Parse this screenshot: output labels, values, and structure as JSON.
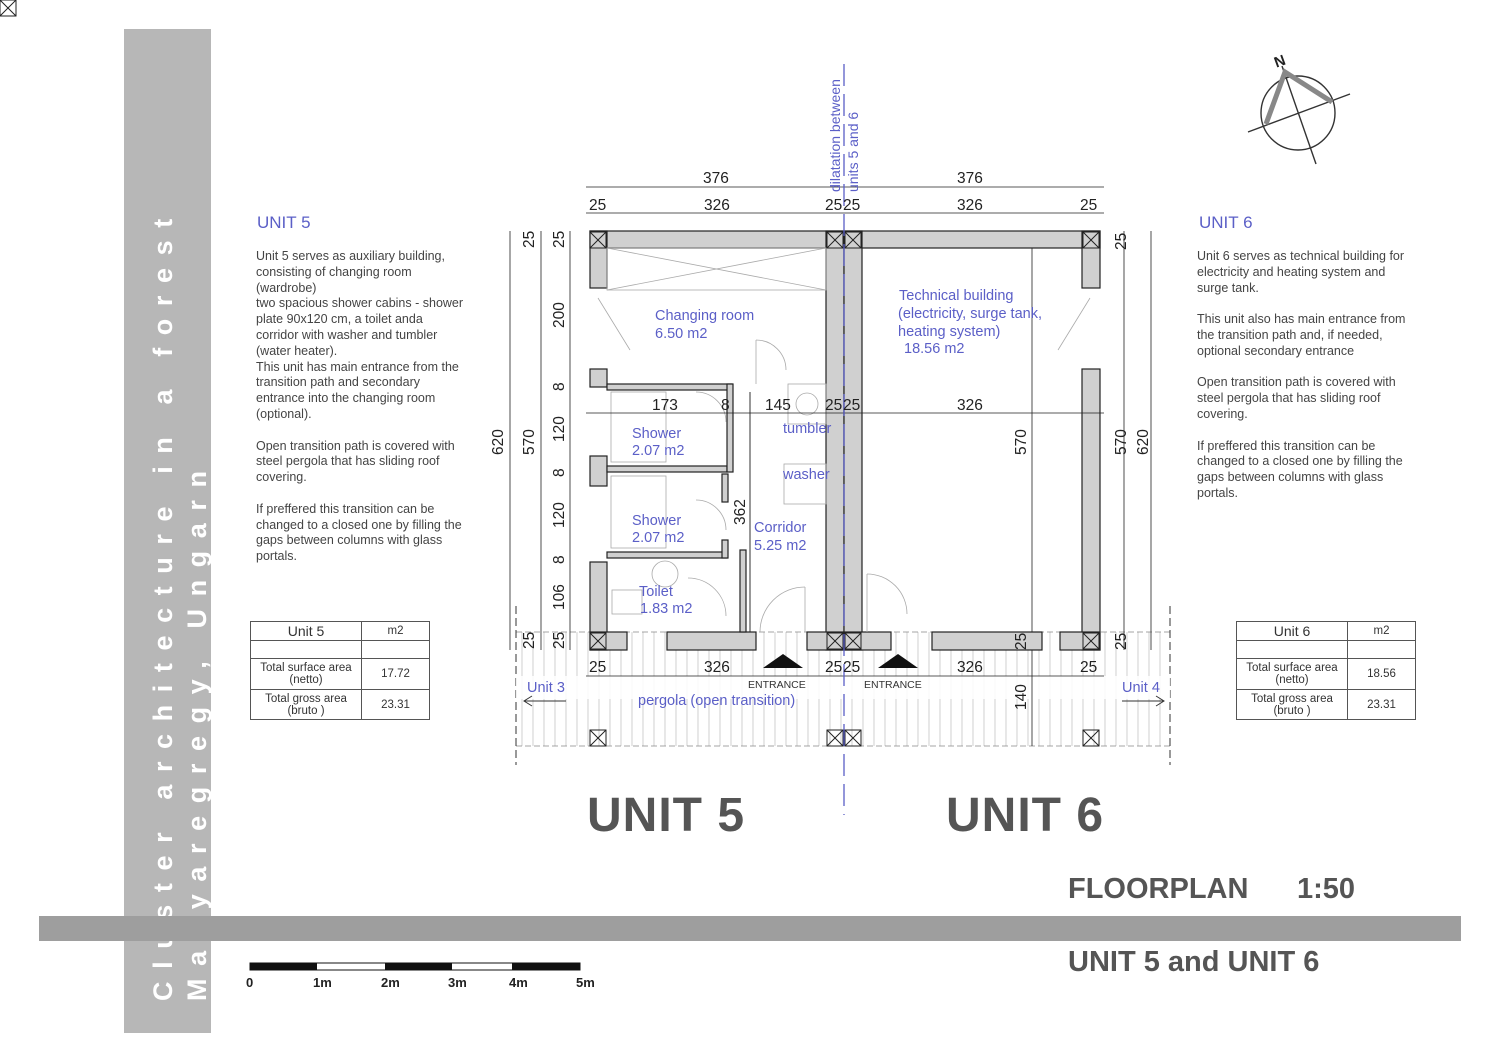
{
  "sidebar": {
    "line1": "Cluster architecture in a forest",
    "line2": "Magyaregregy, Ungarn"
  },
  "unit5": {
    "heading": "UNIT 5",
    "description": "Unit 5 serves as auxiliary building,\nconsisting of changing room\n(wardrobe)\ntwo spacious shower cabins - shower\nplate 90x120 cm, a toilet anda\ncorridor with washer and tumbler\n(water heater).\nThis unit has main entrance from the\ntransition path and secondary\nentrance into the changing room\n(optional).\n\nOpen transition path is covered with\nsteel pergola that has sliding roof\ncovering.\n\nIf preffered this transition can be\nchanged to a closed one by filling the\ngaps between columns with glass\nportals.",
    "table": {
      "name": "Unit 5",
      "unit": "m2",
      "netto_label": "Total surface area (netto)",
      "netto": "17.72",
      "gross_label": "Total gross area (bruto )",
      "gross": "23.31"
    }
  },
  "unit6": {
    "heading": "UNIT 6",
    "description": "Unit 6 serves as technical building for\nelectricity and heating system and\nsurge tank.\n\nThis unit also has main entrance from\nthe transition path and, if needed,\noptional secondary entrance\n\nOpen transition path is covered with\nsteel pergola that has sliding roof\ncovering.\n\nIf preffered this transition can be\nchanged to a closed one by filling the\ngaps between columns with glass\nportals.",
    "table": {
      "name": "Unit 6",
      "unit": "m2",
      "netto_label": "Total surface area (netto)",
      "netto": "18.56",
      "gross_label": "Total gross area (bruto )",
      "gross": "23.31"
    }
  },
  "plan": {
    "dilatation": [
      "dilatation between",
      "units 5 and 6"
    ],
    "dims": {
      "total_left": "376",
      "total_right": "376",
      "top_row": [
        "25",
        "326",
        "25",
        "25",
        "326",
        "25"
      ],
      "mid_row": [
        "173",
        "8",
        "145",
        "25",
        "25",
        "326"
      ],
      "bottom_row": [
        "25",
        "326",
        "25",
        "25",
        "326",
        "25"
      ],
      "left_outer": "620",
      "left_mid": "570",
      "left_inner": [
        "25",
        "200",
        "8",
        "120",
        "8",
        "120",
        "8",
        "106",
        "25"
      ],
      "left_inner_top": "25",
      "right_outer": "620",
      "right_mid": "570",
      "right_top": "25",
      "right_bottom": "25",
      "inner_570": "570",
      "corridor_362": "362",
      "pergola_140": "140"
    },
    "rooms": {
      "changing": [
        "Changing room",
        "6.50 m2"
      ],
      "technical": [
        "Technical building",
        "(electricity, surge tank,",
        "heating system)",
        "18.56 m2"
      ],
      "shower1": [
        "Shower",
        "2.07 m2"
      ],
      "shower2": [
        "Shower",
        "2.07 m2"
      ],
      "toilet": [
        "Toilet",
        "1.83 m2"
      ],
      "corridor": [
        "Corridor",
        "5.25 m2"
      ],
      "tumbler": "tumbler",
      "washer": "washer",
      "pergola": "pergola (open transition)"
    },
    "entrance": "ENTRANCE",
    "unit3": "Unit 3",
    "unit4": "Unit 4",
    "compass": "N"
  },
  "big_labels": {
    "unit5": "UNIT 5",
    "unit6": "UNIT 6"
  },
  "title": {
    "floorplan": "FLOORPLAN",
    "scale": "1:50",
    "subtitle": "UNIT 5 and UNIT 6"
  },
  "scalebar": {
    "labels": [
      "0",
      "1m",
      "2m",
      "3m",
      "4m",
      "5m"
    ]
  },
  "colors": {
    "label": "#5b5fc7",
    "sidebar": "#b7b7b7",
    "bar": "#9e9e9e",
    "wall": "#cfcfcf"
  }
}
